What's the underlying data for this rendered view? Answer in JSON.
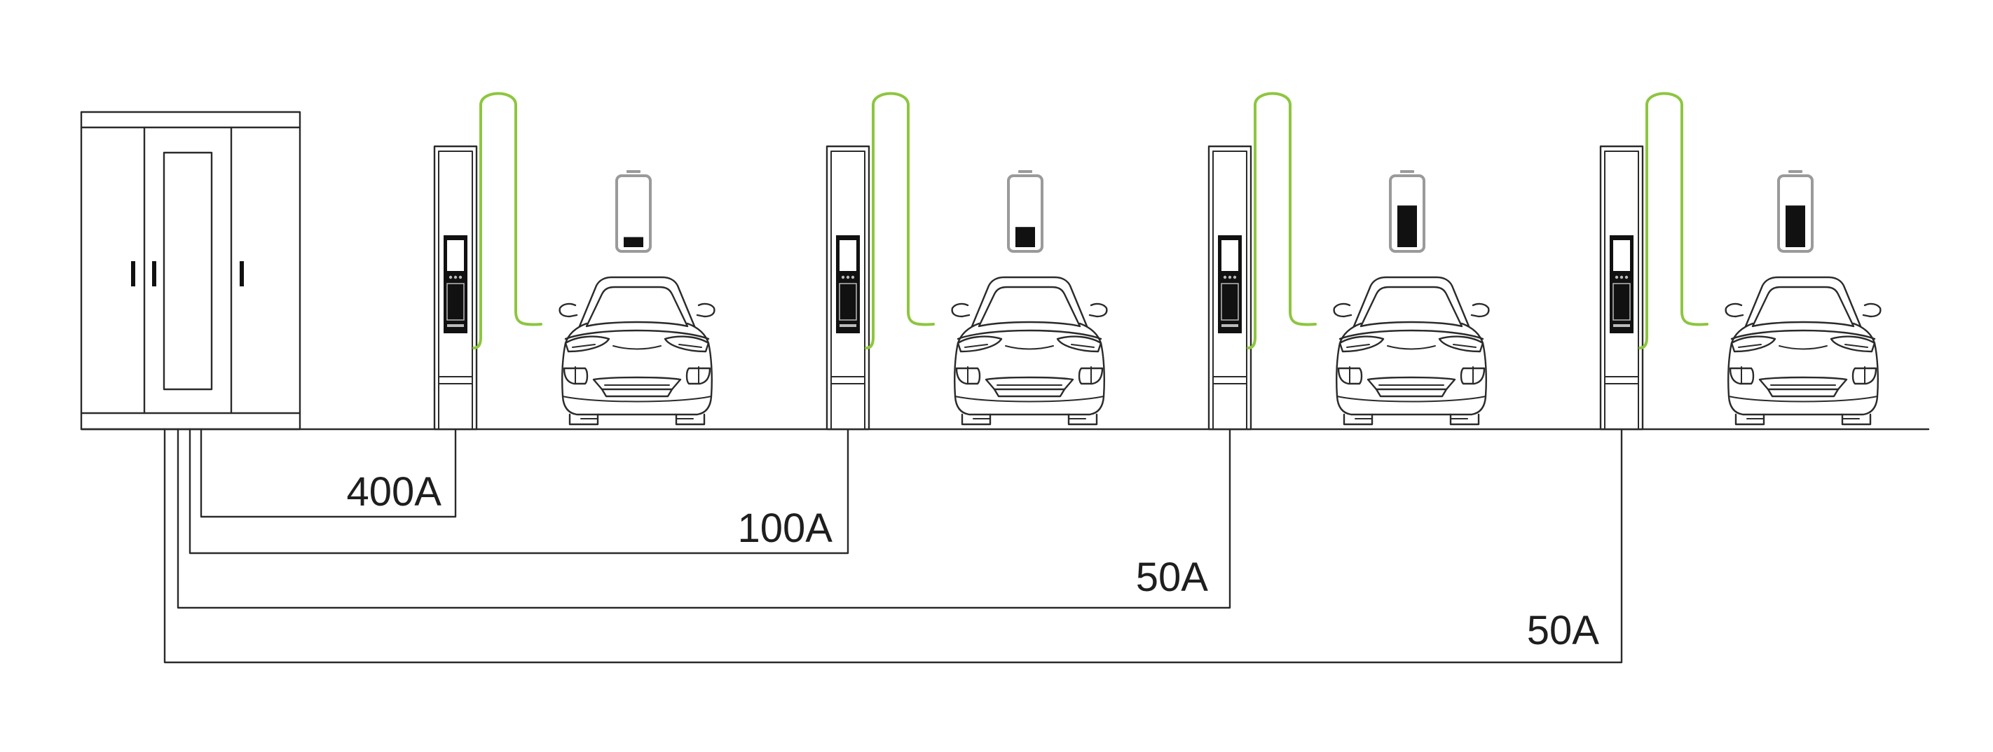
{
  "colors": {
    "line": "#2a2a2a",
    "cable": "#8dc63f",
    "battery_outline": "#9a9a9a",
    "battery_fill": "#111111"
  },
  "power_cabinet": {
    "icon": "power-cabinet-icon"
  },
  "stations": [
    {
      "current_label": "400A",
      "battery_level": 0.15
    },
    {
      "current_label": "100A",
      "battery_level": 0.3
    },
    {
      "current_label": "50A",
      "battery_level": 0.62
    },
    {
      "current_label": "50A",
      "battery_level": 0.62
    }
  ]
}
